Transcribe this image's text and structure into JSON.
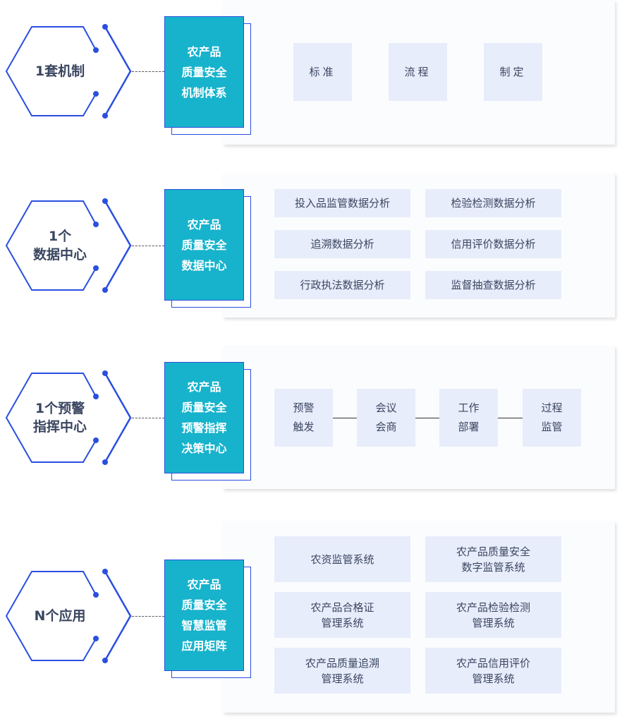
{
  "colors": {
    "accent": "#2a4fe0",
    "book": "#17b3cc",
    "box": "#e8edfb",
    "text": "#3a4660"
  },
  "rows": [
    {
      "hex": [
        "1套机制"
      ],
      "book": [
        "农产品",
        "质量安全",
        "机制体系"
      ],
      "items": [
        "标准",
        "流程",
        "制定"
      ]
    },
    {
      "hex": [
        "1个",
        "数据中心"
      ],
      "book": [
        "农产品",
        "质量安全",
        "数据中心"
      ],
      "items": [
        "投入品监管数据分析",
        "检验检测数据分析",
        "追溯数据分析",
        "信用评价数据分析",
        "行政执法数据分析",
        "监督抽查数据分析"
      ]
    },
    {
      "hex": [
        "1个预警",
        "指挥中心"
      ],
      "book": [
        "农产品",
        "质量安全",
        "预警指挥",
        "决策中心"
      ],
      "items": [
        [
          "预警",
          "触发"
        ],
        [
          "会议",
          "会商"
        ],
        [
          "工作",
          "部署"
        ],
        [
          "过程",
          "监管"
        ]
      ]
    },
    {
      "hex": [
        "N个应用"
      ],
      "book": [
        "农产品",
        "质量安全",
        "智慧监管",
        "应用矩阵"
      ],
      "items": [
        [
          "农资监管系统"
        ],
        [
          "农产品质量安全",
          "数字监管系统"
        ],
        [
          "农产品合格证",
          "管理系统"
        ],
        [
          "农产品检验检测",
          "管理系统"
        ],
        [
          "农产品质量追溯",
          "管理系统"
        ],
        [
          "农产品信用评价",
          "管理系统"
        ]
      ]
    }
  ]
}
